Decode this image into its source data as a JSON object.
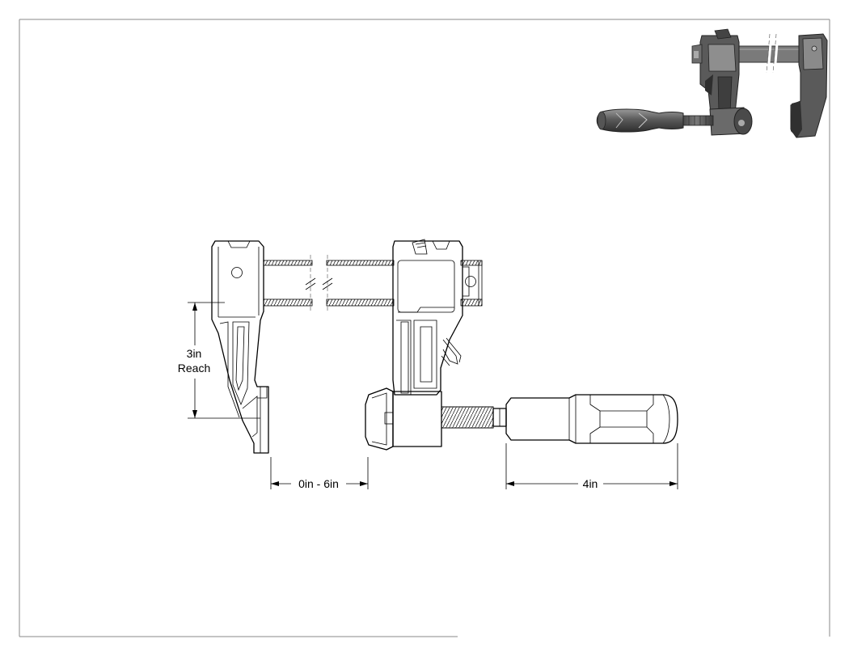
{
  "drawing": {
    "dimensions": {
      "reach_value": "3in",
      "reach_label": "Reach",
      "opening": "0in - 6in",
      "handle_length": "4in"
    }
  },
  "colors": {
    "line": "#000000",
    "border": "#8a8a8a",
    "render_dark": "#4a4a4a",
    "render_mid": "#8c8c8c",
    "render_light": "#c8c8c8"
  }
}
